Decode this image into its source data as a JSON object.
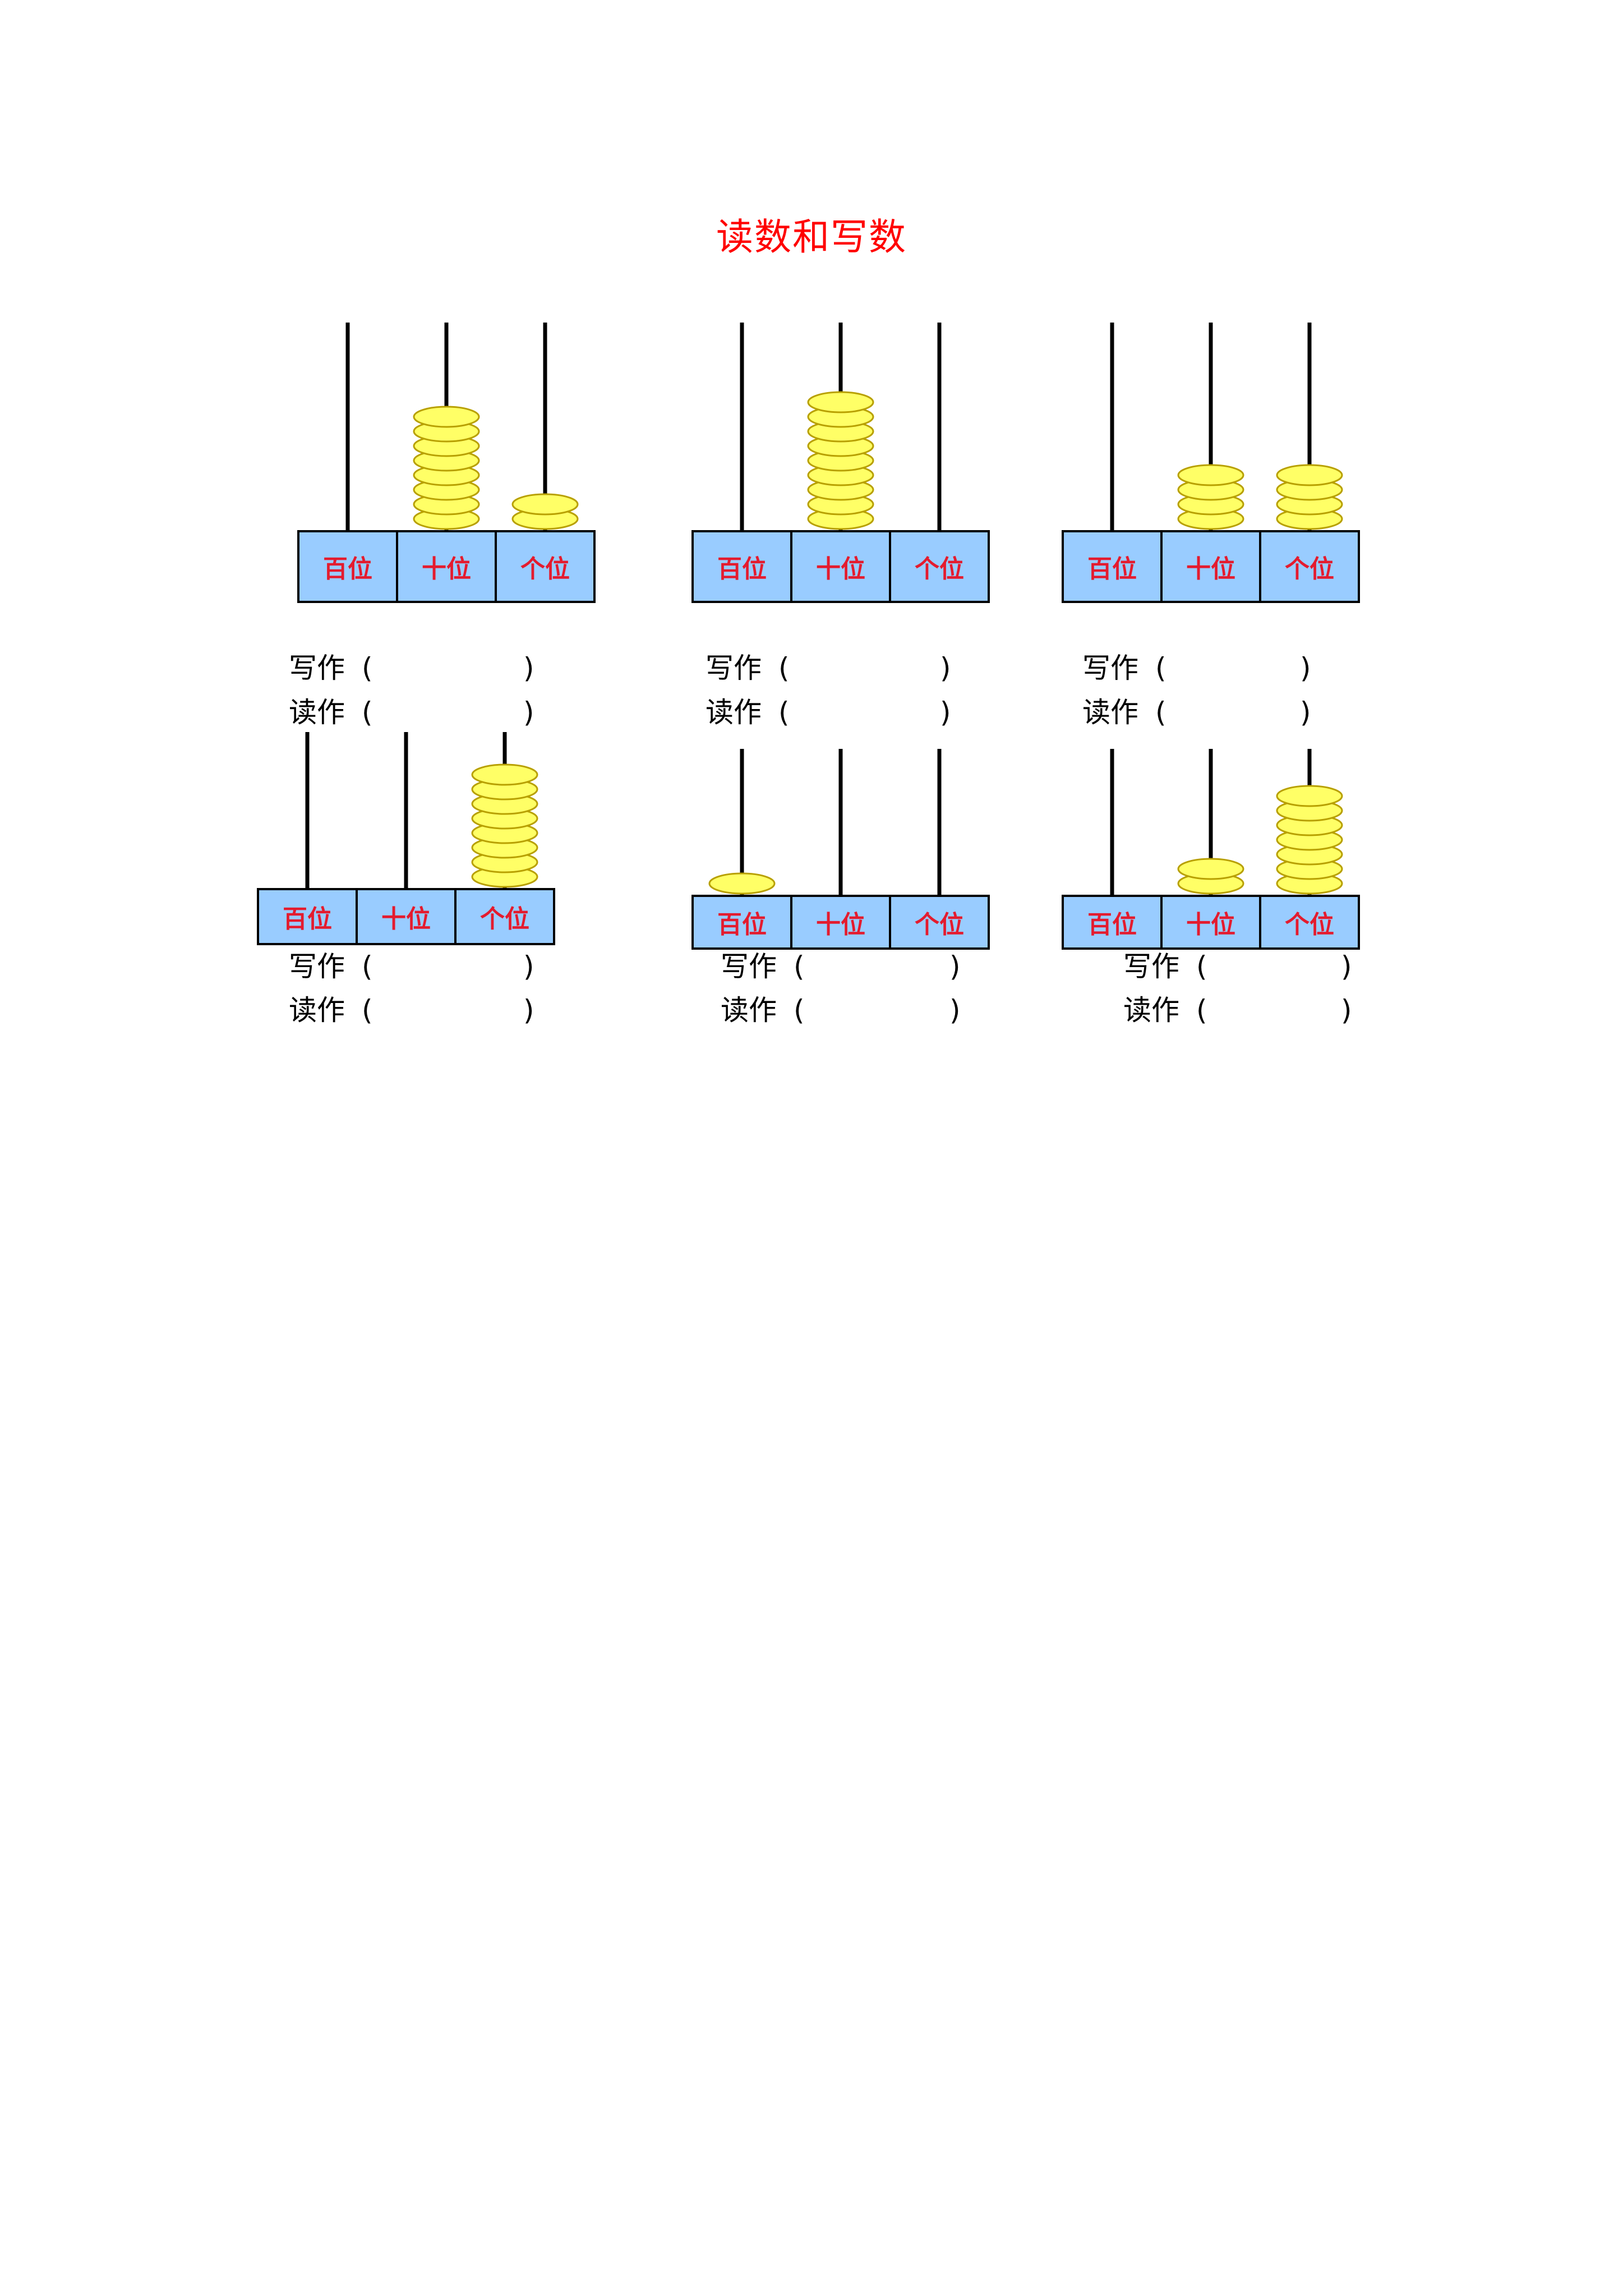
{
  "title": "读数和写数",
  "place_labels": {
    "hundreds": "百位",
    "tens": "十位",
    "ones": "个位"
  },
  "answer_labels": {
    "write": "写作",
    "read": "读作",
    "open_paren": "(",
    "close_paren": ")"
  },
  "colors": {
    "title": "#ff0000",
    "box_fill": "#99ccff",
    "box_label": "#e41b2e",
    "bead_fill": "#ffff66",
    "bead_stroke": "#b8a000",
    "rod": "#000000"
  },
  "abaci": [
    {
      "hundreds": 0,
      "tens": 8,
      "ones": 2
    },
    {
      "hundreds": 0,
      "tens": 9,
      "ones": 0
    },
    {
      "hundreds": 0,
      "tens": 4,
      "ones": 4
    },
    {
      "hundreds": 0,
      "tens": 0,
      "ones": 8
    },
    {
      "hundreds": 1,
      "tens": 0,
      "ones": 0
    },
    {
      "hundreds": 0,
      "tens": 2,
      "ones": 7
    }
  ]
}
